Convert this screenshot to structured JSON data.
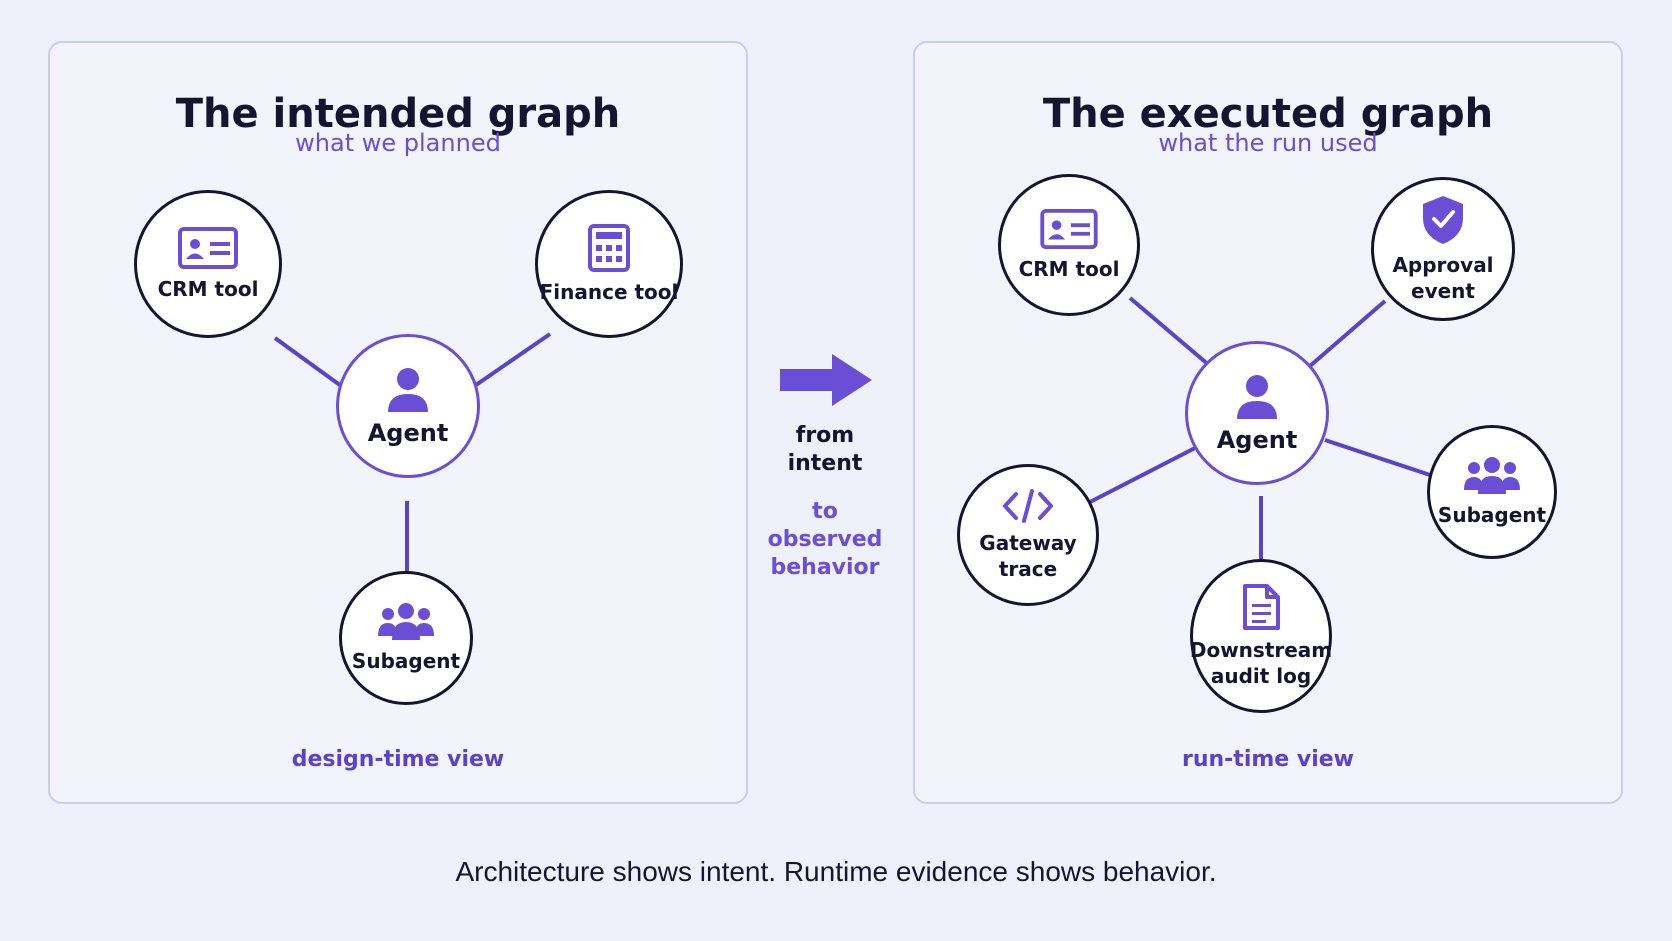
{
  "left_panel": {
    "title": "The intended graph",
    "subtitle": "what we planned",
    "view_label": "design-time view",
    "nodes": {
      "crm": "CRM tool",
      "finance": "Finance tool",
      "agent": "Agent",
      "subagent": "Subagent"
    }
  },
  "middle": {
    "line1": "from",
    "line2": "intent",
    "line3": "to",
    "line4": "observed",
    "line5": "behavior"
  },
  "right_panel": {
    "title": "The executed graph",
    "subtitle": "what the run used",
    "view_label": "run-time view",
    "nodes": {
      "crm": "CRM tool",
      "approval_line1": "Approval",
      "approval_line2": "event",
      "agent": "Agent",
      "gateway_line1": "Gateway",
      "gateway_line2": "trace",
      "subagent": "Subagent",
      "downstream_line1": "Downstream",
      "downstream_line2": "audit log"
    }
  },
  "caption": "Architecture shows intent. Runtime evidence shows behavior.",
  "colors": {
    "accent": "#6a4fd6",
    "dark": "#16142e",
    "panel_border": "#c9cdf0",
    "background": "#eef0fa"
  },
  "icons": [
    "id-card-icon",
    "calculator-icon",
    "user-icon",
    "users-icon",
    "shield-check-icon",
    "code-icon",
    "document-icon",
    "arrow-right-icon"
  ]
}
